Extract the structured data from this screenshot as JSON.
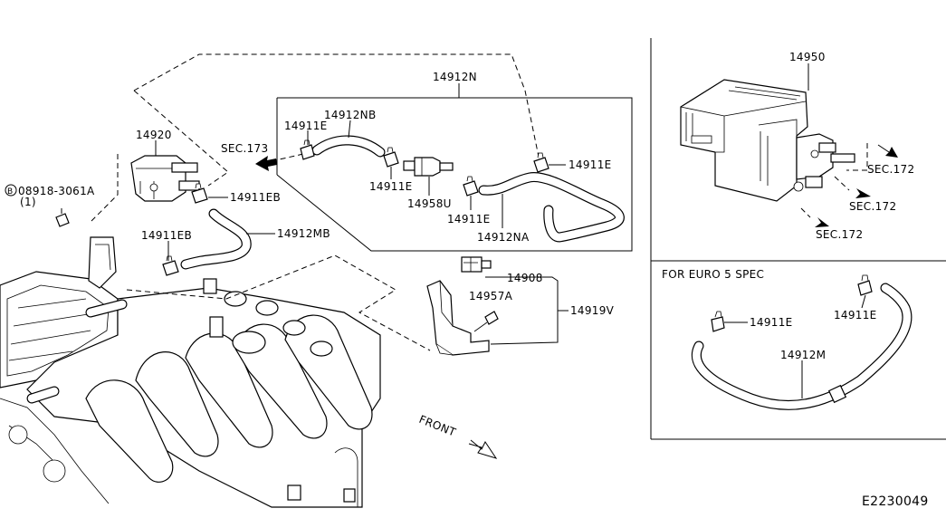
{
  "callouts": {
    "p14950": "14950",
    "p14912N": "14912N",
    "p14912NB": "14912NB",
    "p14911E_a": "14911E",
    "p14920": "14920",
    "sec173": "SEC.173",
    "p14911E_b": "14911E",
    "p14911E_c": "14911E",
    "p14958U": "14958U",
    "p14911E_d": "14911E",
    "p14911EB_a": "14911EB",
    "p14912MB": "14912MB",
    "p14912NA": "14912NA",
    "p14911EB_b": "14911EB",
    "bolt_part": "08918-3061A",
    "bolt_qty": "(1)",
    "bolt_symbol": "B",
    "p14908": "14908",
    "p14957A": "14957A",
    "p14919V": "14919V",
    "sec172_a": "SEC.172",
    "sec172_b": "SEC.172",
    "sec172_c": "SEC.172",
    "euro_heading": "FOR EURO 5 SPEC",
    "p14911E_e": "14911E",
    "p14911E_f": "14911E",
    "p14912M": "14912M",
    "front": "FRONT",
    "drawing_id": "E2230049"
  }
}
